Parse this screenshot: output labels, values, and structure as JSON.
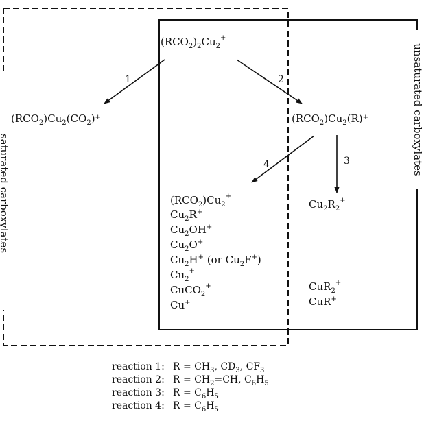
{
  "box_labels": {
    "saturated": "saturated carboxylates",
    "unsaturated": "unsaturated carboxylates"
  },
  "species": {
    "reactant": "(RCO2)2Cu2+",
    "product_1": "(RCO2)Cu2(CO2)+",
    "product_2": "(RCO2)Cu2(R)+",
    "product_3": "Cu2R2+",
    "product_4_list": [
      "(RCO2)Cu2+",
      "Cu2R+",
      "Cu2OH+",
      "Cu2O+",
      "Cu2H+ (or Cu2F+)",
      "Cu2+",
      "CuCO2+",
      "Cu+"
    ],
    "right_lower": [
      "CuR2+",
      "CuR+"
    ]
  },
  "reactions": [
    {
      "number": "1",
      "label": "reaction 1:",
      "r": "R = CH3, CD3, CF3"
    },
    {
      "number": "2",
      "label": "reaction 2:",
      "r": "R = CH2=CH, C6H5"
    },
    {
      "number": "3",
      "label": "reaction 3:",
      "r": "R = C6H5"
    },
    {
      "number": "4",
      "label": "reaction 4:",
      "r": "R = C6H5"
    }
  ]
}
